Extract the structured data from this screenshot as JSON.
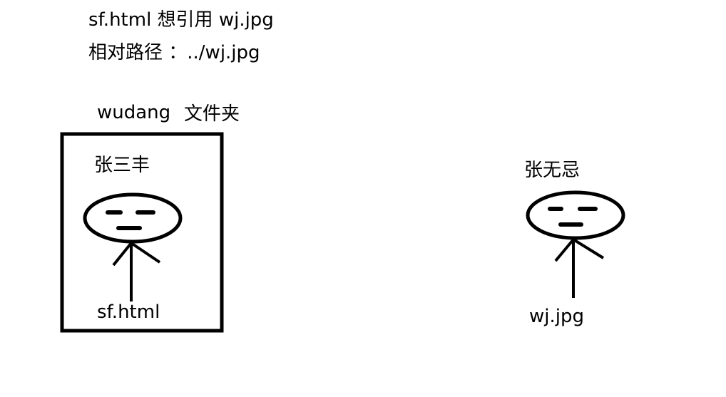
{
  "note": {
    "line1": "sf.html 想引用 wj.jpg",
    "line2": "相对路径 ：../wj.jpg"
  },
  "folder": {
    "name": "wudang",
    "label": "文件夹"
  },
  "left_person": {
    "name": "张三丰",
    "file": "sf.html"
  },
  "right_person": {
    "name": "张无忌",
    "file": "wj.jpg"
  }
}
